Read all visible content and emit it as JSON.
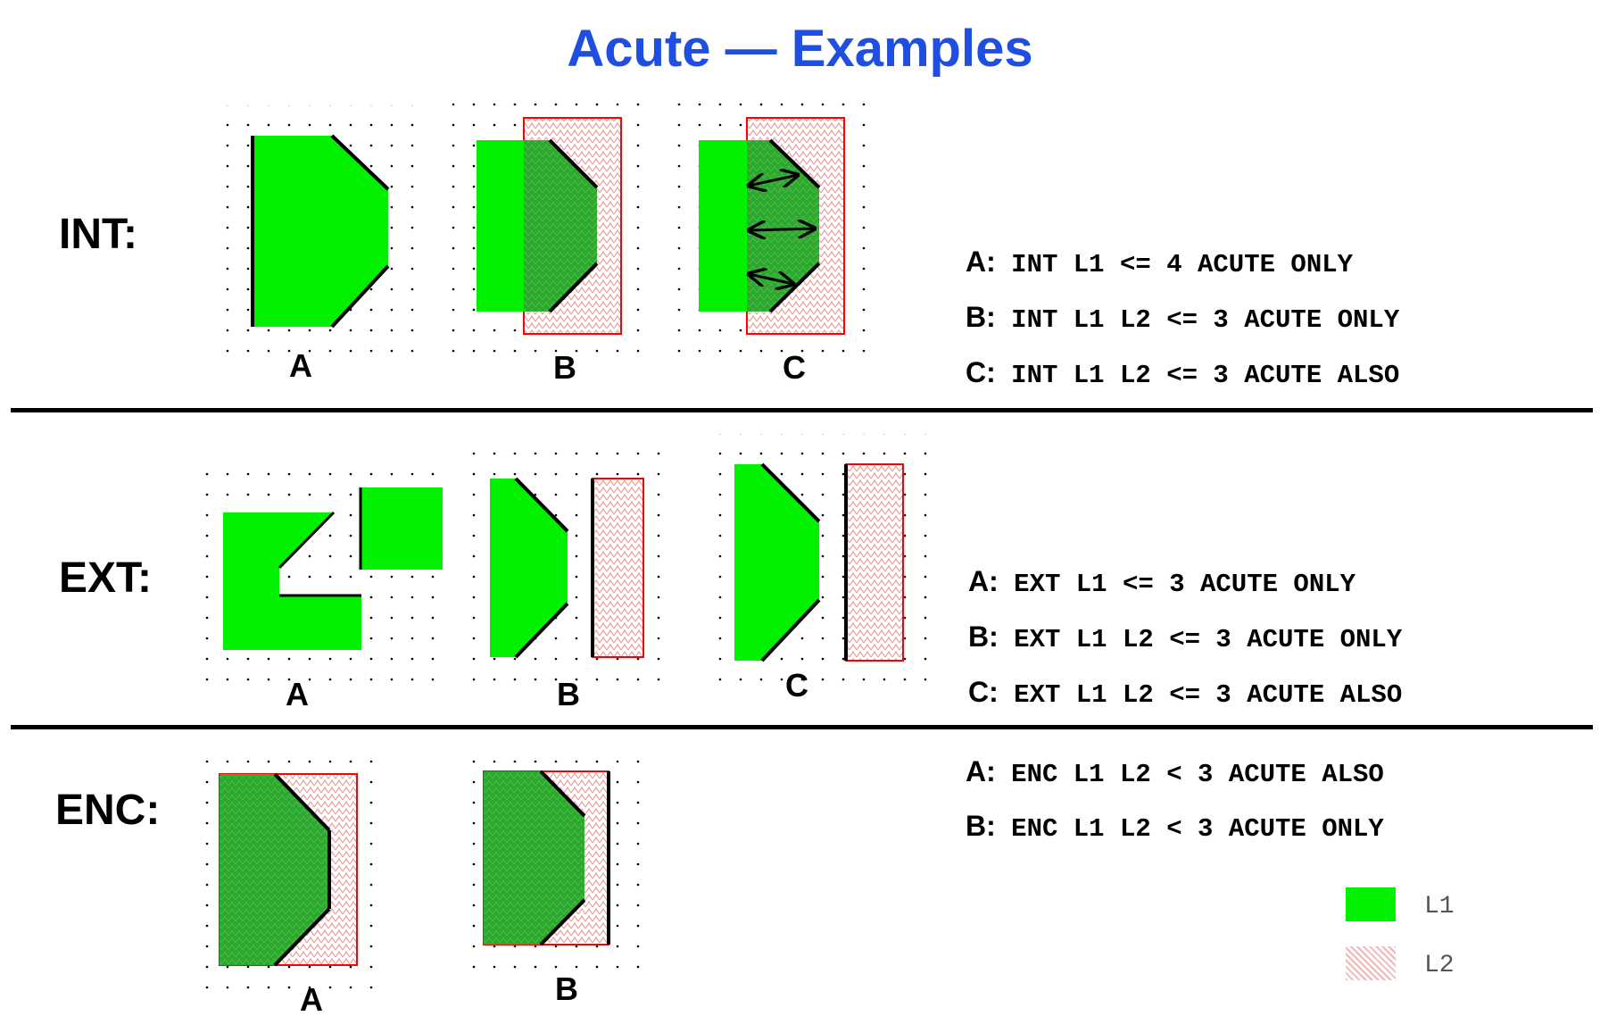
{
  "title": "Acute — Examples",
  "colors": {
    "title": "#1f4fe0",
    "l1": "#00f000",
    "l2_hatch": "#f2b6b6",
    "l2_border": "#ff0000",
    "edge": "#000000"
  },
  "sections": [
    {
      "label": "INT:",
      "shapes": [
        "A",
        "B",
        "C"
      ],
      "rules": [
        {
          "key": "A:",
          "text": "INT L1 <= 4 ACUTE ONLY"
        },
        {
          "key": "B:",
          "text": "INT L1 L2 <= 3 ACUTE ONLY"
        },
        {
          "key": "C:",
          "text": "INT L1 L2 <= 3 ACUTE ALSO"
        }
      ]
    },
    {
      "label": "EXT:",
      "shapes": [
        "A",
        "B",
        "C"
      ],
      "rules": [
        {
          "key": "A:",
          "text": "EXT L1 <= 3 ACUTE ONLY"
        },
        {
          "key": "B:",
          "text": "EXT L1 L2 <= 3 ACUTE ONLY"
        },
        {
          "key": "C:",
          "text": "EXT L1 L2 <= 3 ACUTE ALSO"
        }
      ]
    },
    {
      "label": "ENC:",
      "shapes": [
        "A",
        "B"
      ],
      "rules": [
        {
          "key": "A:",
          "text": "ENC L1 L2 < 3 ACUTE ALSO"
        },
        {
          "key": "B:",
          "text": "ENC L1 L2 < 3 ACUTE ONLY"
        }
      ]
    }
  ],
  "legend": [
    {
      "swatch": "l1",
      "label": "L1"
    },
    {
      "swatch": "l2",
      "label": "L2"
    }
  ]
}
